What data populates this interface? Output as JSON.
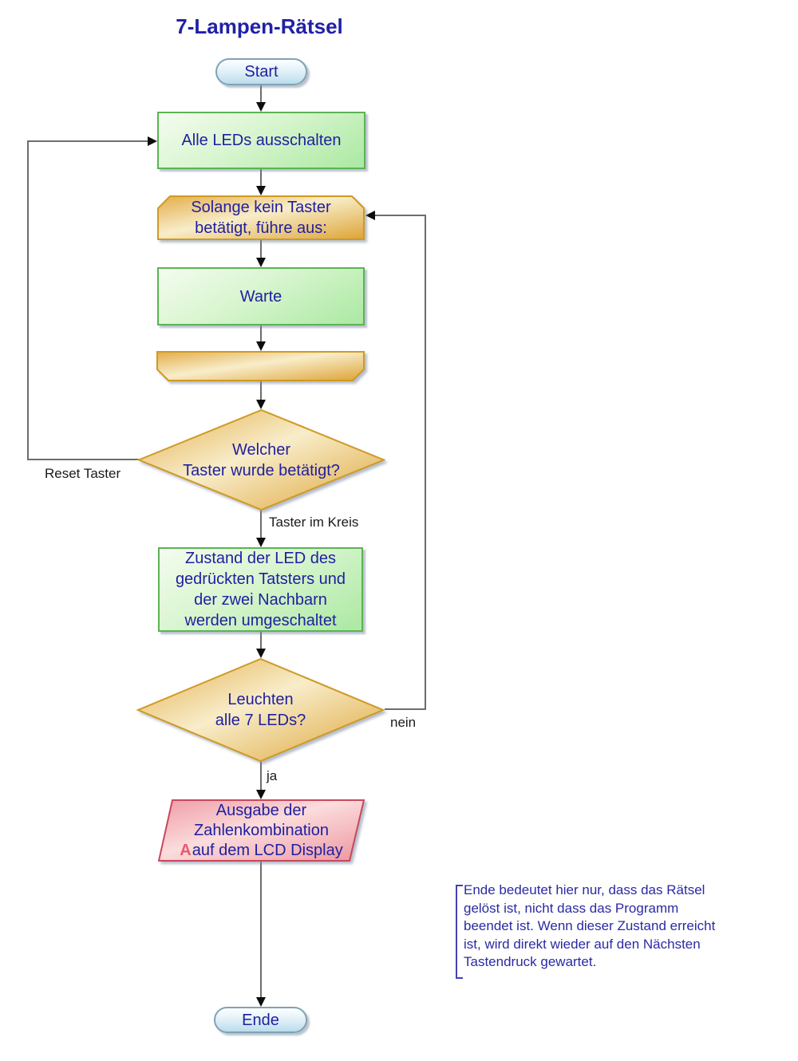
{
  "title": "7-Lampen-Rätsel",
  "nodes": {
    "start": {
      "label": "Start"
    },
    "all_leds_off": {
      "label": "Alle LEDs ausschalten"
    },
    "loop_begin": {
      "lines": [
        "Solange kein Taster",
        "betätigt, führe aus:"
      ]
    },
    "warte": {
      "label": "Warte"
    },
    "decision_which_button": {
      "lines": [
        "Welcher",
        "Taster wurde betätigt?"
      ]
    },
    "toggle_leds": {
      "lines": [
        "Zustand der LED des",
        "gedrückten Tatsters und",
        "der zwei Nachbarn",
        "werden umgeschaltet"
      ]
    },
    "decision_all_leds": {
      "lines": [
        "Leuchten",
        "alle 7 LEDs?"
      ]
    },
    "output_lcd": {
      "marker": "A",
      "lines": [
        "Ausgabe der",
        "Zahlenkombination",
        "auf dem LCD Display"
      ]
    },
    "ende": {
      "label": "Ende"
    }
  },
  "edge_labels": {
    "reset": "Reset Taster",
    "kreis": "Taster im Kreis",
    "nein": "nein",
    "ja": "ja"
  },
  "comment": {
    "lines": [
      "Ende bedeutet hier nur, dass das Rätsel",
      "gelöst ist, nicht dass das Programm",
      "beendet ist. Wenn dieser Zustand erreicht",
      "ist, wird direkt wieder auf den Nächsten",
      "Tastendruck gewartet."
    ]
  },
  "colors": {
    "node_text": "#1f1f9f",
    "title_text": "#2121a6",
    "label_text": "#1a1a1a",
    "gold_border": "#cf9a22",
    "green_border": "#5cb354",
    "pink_border": "#c9485c",
    "blue_border": "#7fa3b3",
    "line": "#6d6d6d",
    "marker_a": "#e8596e"
  }
}
